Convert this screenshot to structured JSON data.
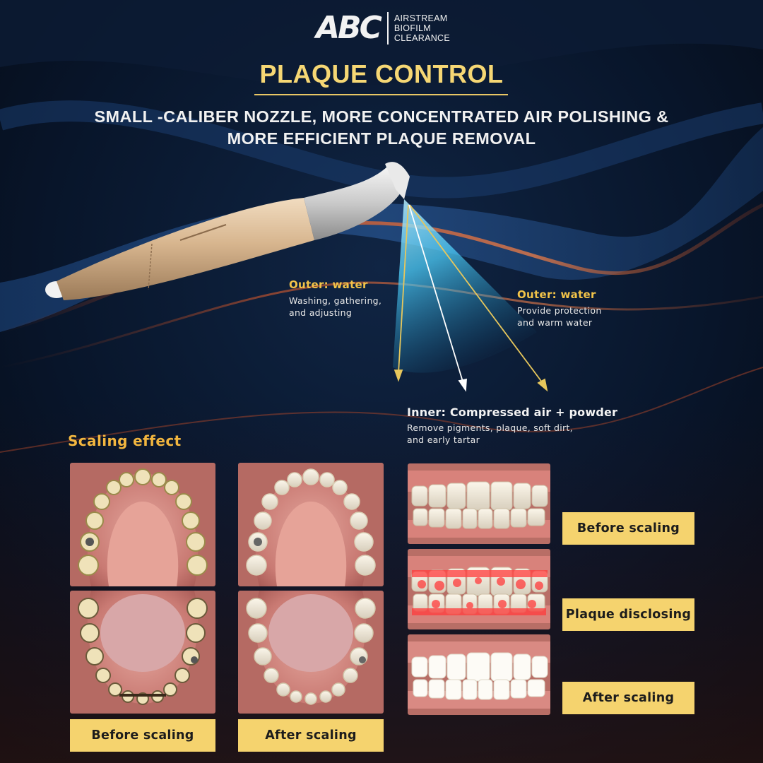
{
  "brand": {
    "mark": "ABC",
    "lines": [
      "AIRSTREAM",
      "BIOFILM",
      "CLEARANCE"
    ]
  },
  "title": "PLAQUE CONTROL",
  "subtitle_lines": [
    "SMALL -CALIBER NOZZLE, MORE CONCENTRATED AIR POLISHING &",
    "MORE EFFICIENT PLAQUE REMOVAL"
  ],
  "diagram": {
    "outer_left": {
      "title": "Outer: water",
      "lines": [
        "Washing, gathering,",
        "and adjusting"
      ]
    },
    "outer_right": {
      "title": "Outer: water",
      "lines": [
        "Provide protection",
        "and warm water"
      ]
    },
    "inner": {
      "title": "Inner: Compressed air + powder",
      "lines": [
        "Remove pigments, plaque, soft dirt,",
        "and early tartar"
      ]
    }
  },
  "scaling": {
    "section_title": "Scaling effect",
    "left_labels": [
      "Before scaling",
      "After scaling"
    ],
    "right_labels": [
      "Before scaling",
      "Plaque disclosing",
      "After scaling"
    ]
  },
  "colors": {
    "accent_gold": "#f5d36e",
    "title_gold": "#f6d774",
    "spray_blue": "#4fd3ff",
    "background": "#07101f"
  }
}
